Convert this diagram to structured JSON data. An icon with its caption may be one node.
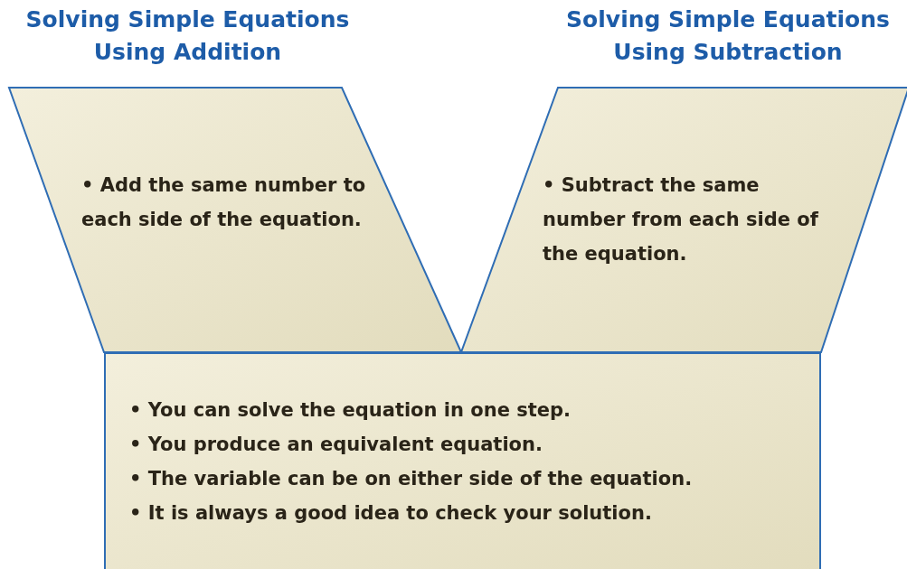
{
  "diagram": {
    "nodes": [
      {
        "text": [
          "Solving Simple Equations Using Addition",
          "• Add the same number to each side of the equation."
        ]
      },
      {
        "text": [
          "Solving Simple Equations Using Subtraction",
          "• Subtract the same number from each side of the equation."
        ]
      },
      {
        "text": [
          "• You can solve the equation in one step.",
          "• You produce an equivalent equation.",
          "• The variable can be on either side of the equation.",
          "• It is always a good idea to check your solution."
        ]
      }
    ]
  }
}
